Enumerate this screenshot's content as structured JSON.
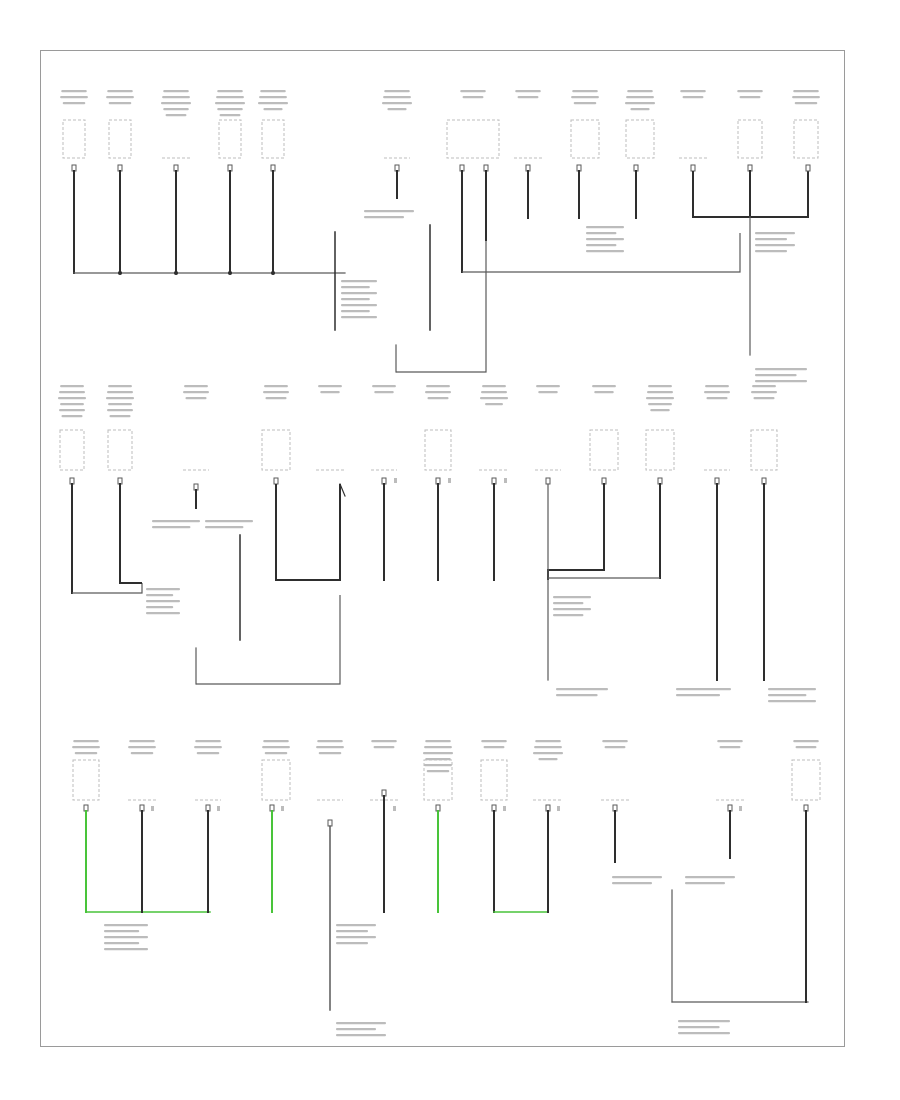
{
  "diagram": {
    "type": "ground-distribution-wiring-diagram",
    "footer_code": "",
    "colors": {
      "wire": "#5a5a5a",
      "wire_dark": "#2e2e2e",
      "highlight_wire": "#49c43a",
      "component_box": "#bdbdbd",
      "frame": "#9a9a9a",
      "label_gray": "#bcbcbc"
    },
    "component_count": 34,
    "rows": [
      {
        "id": "row-top",
        "components": 13
      },
      {
        "id": "row-middle",
        "components": 13
      },
      {
        "id": "row-bottom",
        "components": 13
      }
    ]
  }
}
